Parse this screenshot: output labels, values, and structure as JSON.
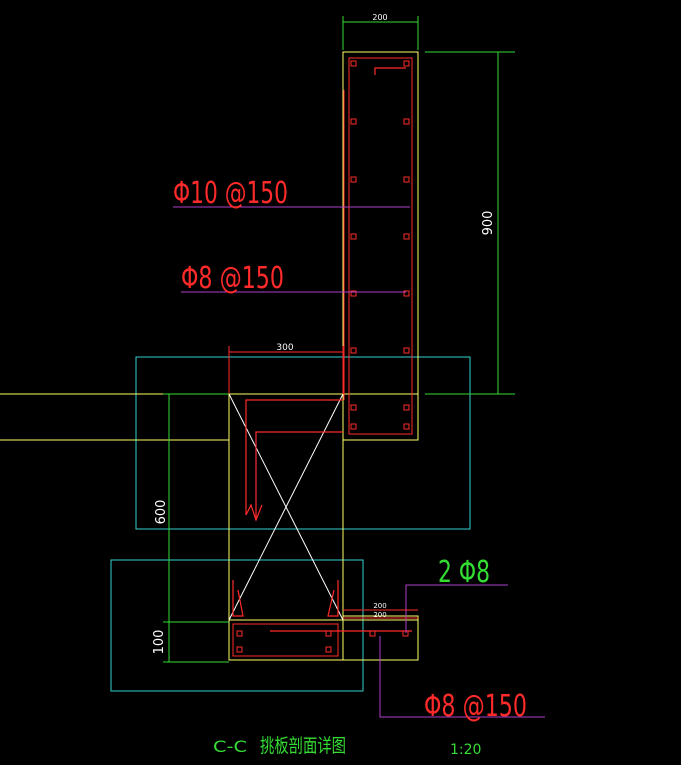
{
  "colors": {
    "background": "#000000",
    "outline": "#ffff66",
    "rebar": "#ff2a2a",
    "leader": "#b040c8",
    "cyan": "#33d0d0",
    "dim_green": "#33dd33",
    "cross": "#ffffff",
    "title": "#33dd33"
  },
  "dimensions": {
    "top_width": "200",
    "wall_height": "900",
    "beam_width": "300",
    "beam_height": "600",
    "bottom_height": "100",
    "ledge_width_a": "200",
    "ledge_width_b": "200"
  },
  "rebar_labels": {
    "horizontal": "Φ10 @150",
    "vertical": "Φ8 @150",
    "ledge_bars": "2 Φ8",
    "ledge_stirrup": "Φ8 @150"
  },
  "title": {
    "section": "C-C",
    "name": "挑板剖面详图",
    "scale": "1:20"
  }
}
